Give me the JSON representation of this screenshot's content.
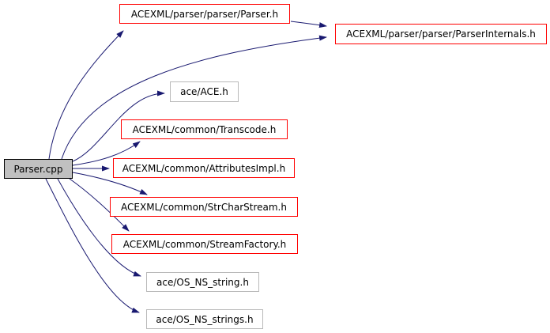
{
  "diagram": {
    "type": "include-dependency-graph",
    "root": "Parser.cpp",
    "nodes": [
      {
        "id": "parser-cpp",
        "label": "Parser.cpp",
        "style": "main"
      },
      {
        "id": "parser-h",
        "label": "ACEXML/parser/parser/Parser.h",
        "style": "link"
      },
      {
        "id": "parser-internals",
        "label": "ACEXML/parser/parser/ParserInternals.h",
        "style": "link"
      },
      {
        "id": "ace-h",
        "label": "ace/ACE.h",
        "style": "plain"
      },
      {
        "id": "transcode",
        "label": "ACEXML/common/Transcode.h",
        "style": "link"
      },
      {
        "id": "attributes-impl",
        "label": "ACEXML/common/AttributesImpl.h",
        "style": "link"
      },
      {
        "id": "str-char-stream",
        "label": "ACEXML/common/StrCharStream.h",
        "style": "link"
      },
      {
        "id": "stream-factory",
        "label": "ACEXML/common/StreamFactory.h",
        "style": "link"
      },
      {
        "id": "os-ns-string",
        "label": "ace/OS_NS_string.h",
        "style": "plain"
      },
      {
        "id": "os-ns-strings",
        "label": "ace/OS_NS_strings.h",
        "style": "plain"
      }
    ],
    "edges": [
      {
        "from": "parser-cpp",
        "to": "parser-h"
      },
      {
        "from": "parser-cpp",
        "to": "parser-internals"
      },
      {
        "from": "parser-h",
        "to": "parser-internals"
      },
      {
        "from": "parser-cpp",
        "to": "ace-h"
      },
      {
        "from": "parser-cpp",
        "to": "transcode"
      },
      {
        "from": "parser-cpp",
        "to": "attributes-impl"
      },
      {
        "from": "parser-cpp",
        "to": "str-char-stream"
      },
      {
        "from": "parser-cpp",
        "to": "stream-factory"
      },
      {
        "from": "parser-cpp",
        "to": "os-ns-string"
      },
      {
        "from": "parser-cpp",
        "to": "os-ns-strings"
      }
    ],
    "colors": {
      "arrow": "#191970",
      "link-border": "#ff0000",
      "plain-border": "#b9b9b9",
      "main-fill": "#c0c0c0"
    }
  }
}
